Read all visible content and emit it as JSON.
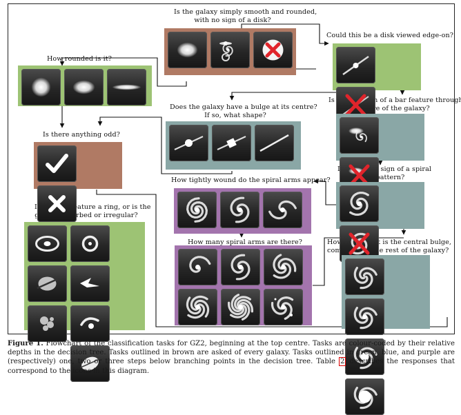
{
  "questions": {
    "smooth": "Is the galaxy simply smooth and rounded,",
    "smooth_2": "with no sign of a disk?",
    "rounded": "How rounded is it?",
    "edgeon": "Could this be a disk viewed edge-on?",
    "bar": "Is there a sign of a bar feature through",
    "bar_2": "the centre of the galaxy?",
    "bulge_shape": "Does the galaxy have a bulge at its centre?",
    "bulge_shape_2": "If so, what shape?",
    "odd": "Is there anything odd?",
    "spiral": "Is there any sign of a spiral",
    "spiral_2": "arm pattern?",
    "wound": "How tightly wound do the spiral arms appear?",
    "odd_feature": "Is the odd feature a ring, or is the",
    "odd_feature_2": "galaxy disturbed or irregular?",
    "arms": "How many spiral arms are there?",
    "prominence": "How prominent is the central bulge,",
    "prominence_2": "compared to the rest of the galaxy?"
  },
  "caption": {
    "label": "Figure 1.",
    "text": " Flowchart of the classification tasks for GZ2, beginning at the top centre. Tasks are colour-coded by their relative depths in the decision tree. Tasks outlined in brown are asked of every galaxy. Tasks outlined in green, blue, and purple are (respectively) one, two or three steps below branching points in the decision tree. Table ",
    "ref": "2",
    "text_end": " describes the responses that correspond to the icons in this diagram."
  },
  "colors": {
    "brown": "#b07a64",
    "green": "#9dc374",
    "blue": "#8aa7a6",
    "purple": "#a374ad",
    "reject": "#e0242b",
    "tile": "#262626"
  },
  "icons": {
    "smooth": [
      "smooth-galaxy-icon",
      "features-or-disk-icon",
      "star-or-artifact-icon"
    ],
    "edgeon": [
      "edge-on-yes-icon",
      "edge-on-no-icon"
    ],
    "bar": [
      "bar-yes-icon",
      "bar-no-icon"
    ],
    "spiral": [
      "spiral-yes-icon",
      "spiral-no-icon"
    ],
    "rounded": [
      "completely-round-icon",
      "in-between-icon",
      "cigar-shaped-icon"
    ],
    "odd": [
      "odd-yes-icon",
      "odd-no-icon"
    ],
    "bulge_shape": [
      "rounded-bulge-icon",
      "boxy-bulge-icon",
      "no-bulge-icon"
    ],
    "wound": [
      "tight-arms-icon",
      "medium-arms-icon",
      "loose-arms-icon"
    ],
    "arms": [
      "one-arm-icon",
      "two-arms-icon",
      "three-arms-icon",
      "four-arms-icon",
      "more-than-four-arms-icon",
      "cant-tell-arms-icon"
    ],
    "prominence": [
      "no-bulge-prominence-icon",
      "just-noticeable-bulge-icon",
      "obvious-bulge-icon",
      "dominant-bulge-icon"
    ],
    "odd_feature": [
      "ring-icon",
      "lens-or-arc-icon",
      "disturbed-icon",
      "irregular-icon",
      "other-feature-icon",
      "merger-icon",
      "dust-lane-icon"
    ]
  }
}
